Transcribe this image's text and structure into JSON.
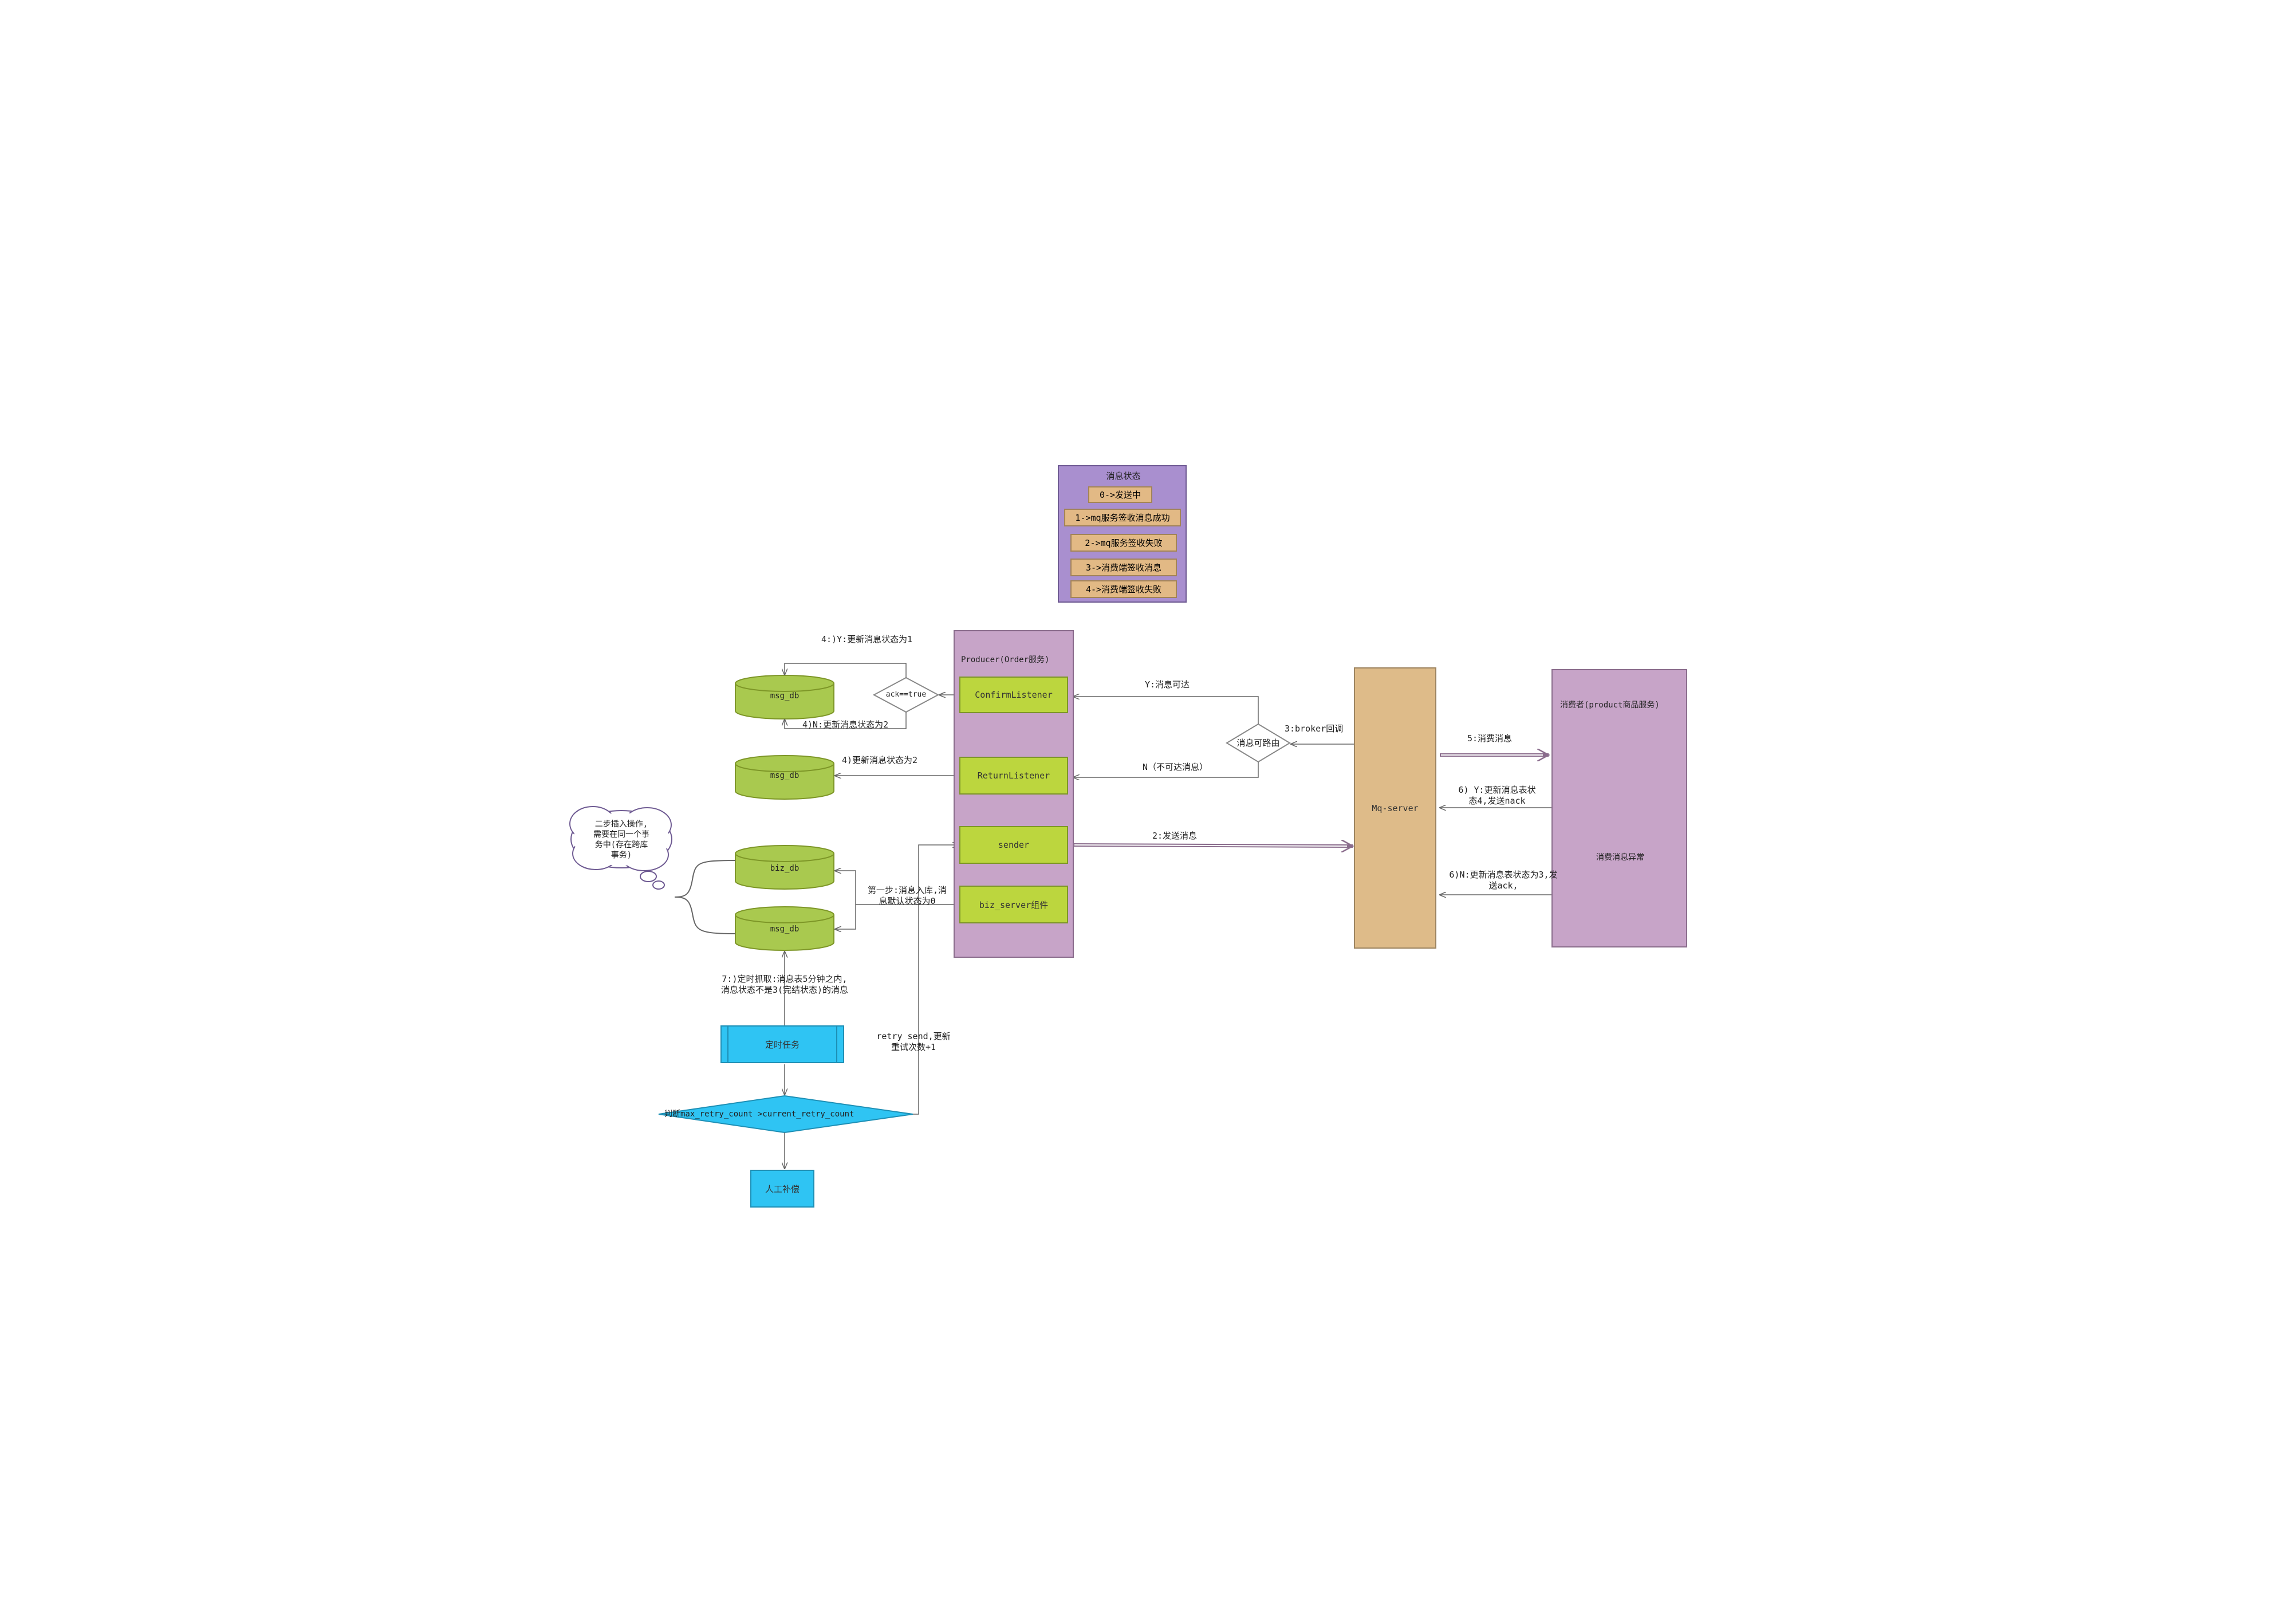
{
  "status_panel": {
    "title": "消息状态",
    "items": [
      "0->发送中",
      "1->mq服务签收消息成功",
      "2->mq服务签收失败",
      "3->消费端签收消息",
      "4->消费端签收失败"
    ]
  },
  "producer": {
    "title": "Producer(Order服务)",
    "confirm_listener": "ConfirmListener",
    "return_listener": "ReturnListener",
    "sender": "sender",
    "biz_server": "biz_server组件"
  },
  "mq_server": {
    "label": "Mq-server"
  },
  "consumer": {
    "title": "消费者(product商品服务)",
    "exception_decision": "消费消息异常"
  },
  "databases": {
    "msg_db_confirm": "msg_db",
    "msg_db_return": "msg_db",
    "biz_db": "biz_db",
    "msg_db_local": "msg_db"
  },
  "decisions": {
    "ack_check": "ack==true",
    "routable_check": "消息可路由",
    "retry_check": "判断max_retry_count >current_retry_count"
  },
  "tasks": {
    "scheduled_task": "定时任务",
    "manual_compensation": "人工补偿"
  },
  "cloud_note": [
    "二步插入操作,",
    "需要在同一个事",
    "务中(存在跨库",
    "事务)"
  ],
  "edge_labels": {
    "ack_yes": "4:)Y:更新消息状态为1",
    "ack_no": "4)N:更新消息状态为2",
    "return_update": "4)更新消息状态为2",
    "routable_yes": "Y:消息可达",
    "routable_no": "N（不可达消息）",
    "broker_callback": "3:broker回调",
    "consume": "5:消费消息",
    "consumer_yes": [
      "6) Y:更新消息表状",
      "态4,发送nack"
    ],
    "consumer_no": [
      "6)N:更新消息表状态为3,发",
      "送ack,"
    ],
    "send_message": "2:发送消息",
    "step_one": [
      "第一步:消息入库,消",
      "息默认状态为0"
    ],
    "scheduled_fetch": [
      "7:)定时抓取:消息表5分钟之内,",
      "消息状态不是3(完结状态)的消息"
    ],
    "retry_send": [
      "retry send,更新",
      "重试次数+1"
    ]
  }
}
